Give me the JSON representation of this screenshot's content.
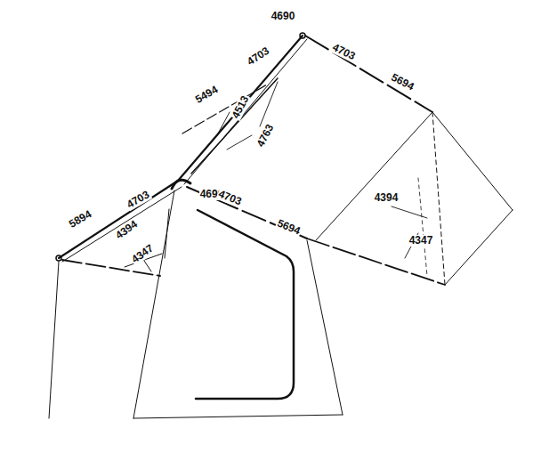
{
  "diagram": {
    "labels": [
      "4690",
      "4703",
      "4703",
      "5494",
      "5694",
      "4513",
      "4763",
      "4690",
      "4703",
      "4703",
      "5894",
      "5694",
      "4394",
      "4347",
      "4394",
      "4347"
    ]
  }
}
